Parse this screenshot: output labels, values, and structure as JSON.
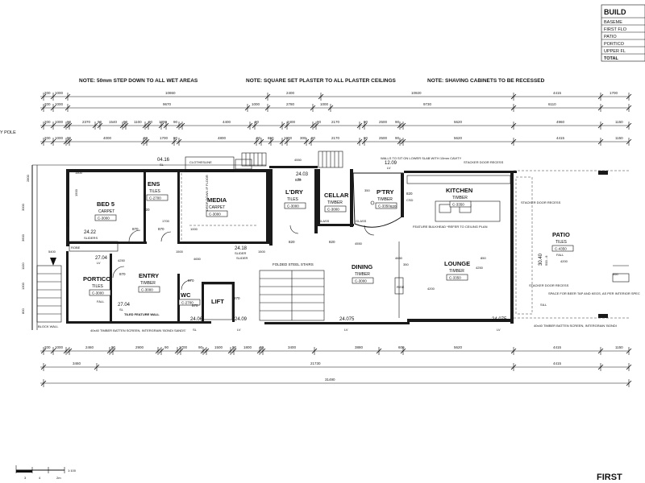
{
  "legend": {
    "title": "BUILD",
    "rows": [
      "BASEME",
      "FIRST FLO",
      "PATIO",
      "PORTICO",
      "UPPER FL",
      "TOTAL"
    ]
  },
  "notes": [
    "NOTE: 50mm STEP DOWN TO ALL WET AREAS",
    "NOTE: SQUARE SET PLASTER TO ALL PLASTER CEILINGS",
    "NOTE: SHAVING CABINETS TO BE RECESSED"
  ],
  "top_dims": {
    "row1": [
      "200",
      "1000",
      "10860",
      "2400",
      "10920",
      "4415",
      "1700"
    ],
    "row2": [
      "200",
      "1000",
      "9670",
      "1000",
      "2780",
      "1000",
      "9730",
      "6110"
    ],
    "row3": [
      "200",
      "1000",
      "90",
      "2370",
      "90",
      "1540",
      "90",
      "1100",
      "90",
      "1000",
      "90",
      "4400",
      "90",
      "2400",
      "90",
      "2170",
      "90",
      "2500",
      "90",
      "5620",
      "4960",
      "1150"
    ],
    "row4": [
      "200",
      "1000",
      "90",
      "4000",
      "90",
      "1700",
      "90",
      "4800",
      "90",
      "650",
      "1000",
      "300",
      "90",
      "2170",
      "90",
      "2500",
      "90",
      "5620",
      "4415",
      "1150"
    ]
  },
  "bottom_dims": {
    "row1": [
      "200",
      "1000",
      "2460",
      "90",
      "2900",
      "90",
      "1700",
      "90",
      "1500",
      "90",
      "1800",
      "90",
      "3400",
      "3880",
      "600",
      "5620",
      "4415",
      "1150"
    ],
    "row2": [
      "3460",
      "21730",
      "4415"
    ],
    "row3": [
      "31490"
    ]
  },
  "labels": {
    "pole": "Y POLE",
    "block_wall": "BLOCK WALL",
    "screen_left": "40x40 TIMBER BATTEN SCREEN, INTERGRAIN 'BONDI SANDS'",
    "screen_right": "40x40 TIMBER BATTEN SCREEN, INTERGRAIN 'BONDI",
    "feature_wall": "TILED FEATURE WALL",
    "stair_note": "FOLDED STEEL STAIRS",
    "walls_note": "WALLS TO SIT ON LOWER SLAB WITH 10mm CAVITY",
    "stacker_top": "STACKER DOOR RECESS",
    "stacker_mid": "STACKER DOOR RECESS",
    "stacker_low": "STACKER DOOR RECESS",
    "feature_bulkhead": "FEATURE BULKHEAD *REFER TO CEILING PLAN",
    "fridge_note": "SPACE FOR BEER TAP AND KEGS, AS PER INTERIOR SPEC",
    "clothesline": "CLOTHESLINE",
    "drop_down": "DROP DOWN IF FLOOR",
    "robe": "ROBE",
    "slider": "SLIDER",
    "glass": "GLASS",
    "glass_b": "GLASS",
    "fall": "FALL",
    "fall_b": "FALL",
    "rise": "RISE",
    "sill": "SILL",
    "csd": "CSD",
    "scale_label": "1:100",
    "scale_ticks": [
      "3",
      "4",
      "2m"
    ],
    "first": "FIRST"
  },
  "rooms": [
    {
      "name": "BED 5",
      "finish": "CARPET",
      "code": "C-3000"
    },
    {
      "name": "ENS",
      "finish": "TILES",
      "code": "C-2700"
    },
    {
      "name": "MEDIA",
      "finish": "CARPET",
      "code": "C-3000"
    },
    {
      "name": "L'DRY",
      "finish": "TILES",
      "code": "C-3000"
    },
    {
      "name": "CELLAR",
      "finish": "TIMBER",
      "code": "C-3000"
    },
    {
      "name": "P'TRY",
      "finish": "TIMBER",
      "code": "C-3350"
    },
    {
      "name": "KITCHEN",
      "finish": "TIMBER",
      "code": "C-3350"
    },
    {
      "name": "PATIO",
      "finish": "TILES",
      "code": "C-4350"
    },
    {
      "name": "DINING",
      "finish": "TIMBER",
      "code": "C-3000"
    },
    {
      "name": "LOUNGE",
      "finish": "TIMBER",
      "code": "C-3350"
    },
    {
      "name": "PORTICO",
      "finish": "TILES",
      "code": "C-3000"
    },
    {
      "name": "ENTRY",
      "finish": "TIMBER",
      "code": "C-3000"
    },
    {
      "name": "WC",
      "finish": "",
      "code": "C-2700"
    },
    {
      "name": "LIFT",
      "finish": "",
      "code": ""
    }
  ],
  "levels": {
    "bed5": "24.22",
    "bed5_b": "SLIDERS",
    "ens": "04.16",
    "ens_b": "SL",
    "media": "24.18",
    "media_b": "SLIDER",
    "ldry": "24.03",
    "ldry_b": "SL",
    "ptry": "12.09",
    "ptry_b": "LV",
    "portico": "27.04",
    "portico_b": "LV",
    "entry": "27.04",
    "entry_b": "SL",
    "b1": "24.06",
    "b1_b": "SL",
    "b2": "24.09",
    "b2_b": "LV",
    "b3": "24.075",
    "b3_b": "LV",
    "b4": "24.075",
    "b4_b": "LV",
    "patio": "30.40",
    "patio_b": "500 - 8"
  },
  "door_tags": [
    "870",
    "870",
    "720",
    "820",
    "820",
    "820",
    "870",
    "870",
    "870",
    "870",
    "820",
    "820"
  ],
  "misc_nums": [
    "4550",
    "4550",
    "4650",
    "4650",
    "4250",
    "4250",
    "4200",
    "4200",
    "1500",
    "1000",
    "3000",
    "3600",
    "1100",
    "1300",
    "800",
    "3200",
    "350",
    "350",
    "850",
    "350",
    "5400",
    "2800",
    "1700",
    "1500",
    "1500",
    "1500"
  ]
}
